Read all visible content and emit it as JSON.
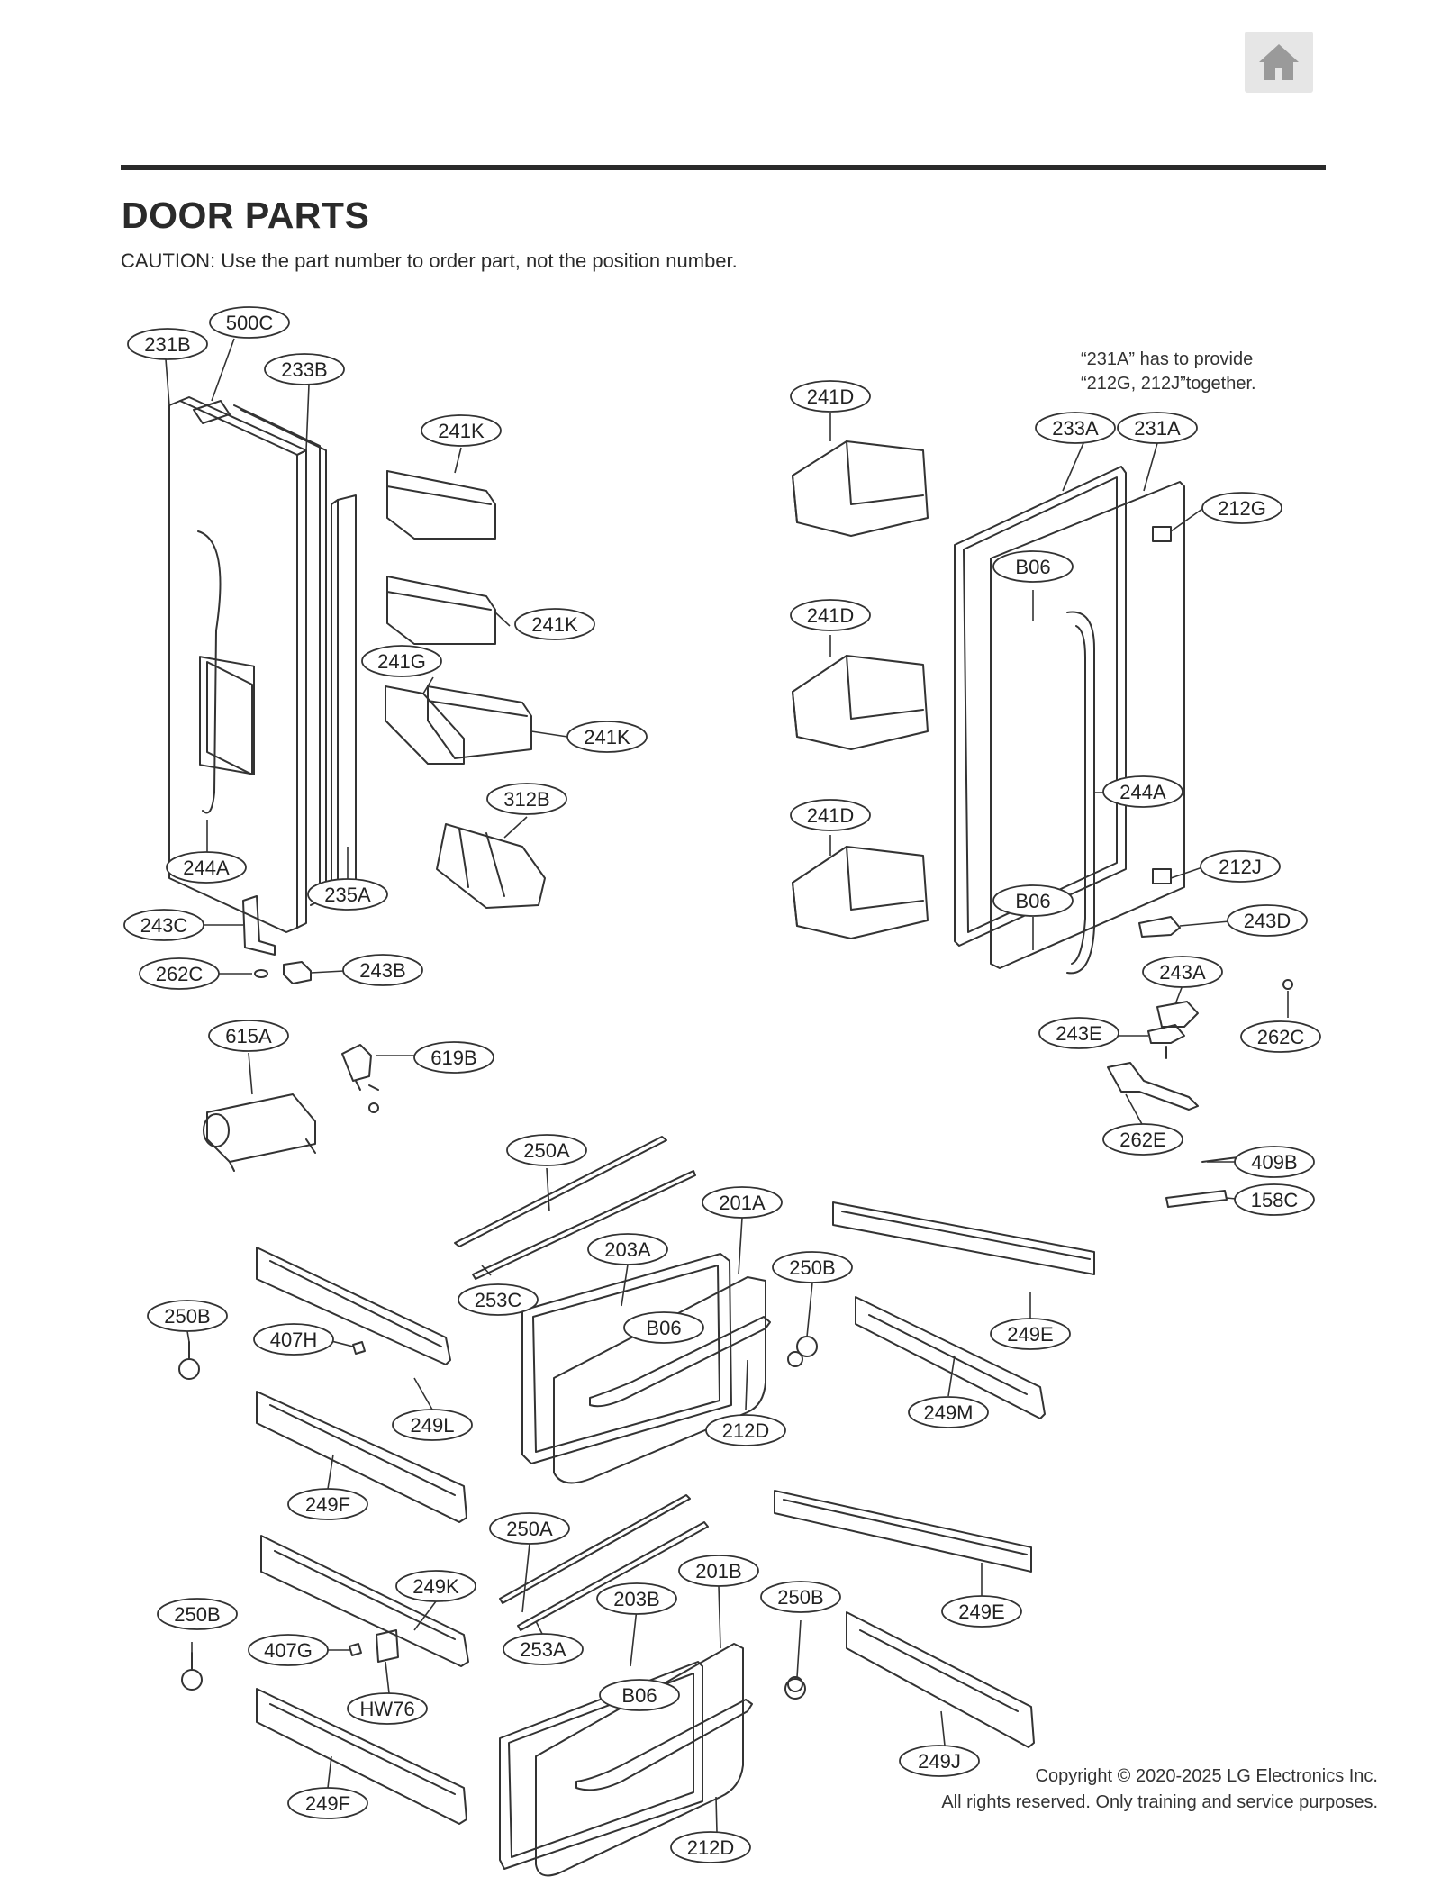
{
  "page": {
    "title": "DOOR PARTS",
    "caution": "CAUTION: Use the part number to order part, not the position number.",
    "note": "“231A” has to provide\n“212G, 212J”together.",
    "copyright_line1": "Copyright © 2020-2025 LG Electronics Inc.",
    "copyright_line2": "All rights reserved. Only training and service purposes."
  },
  "home_icon": "home-icon",
  "callouts": [
    {
      "id": "c1",
      "label": "231B"
    },
    {
      "id": "c2",
      "label": "500C"
    },
    {
      "id": "c3",
      "label": "233B"
    },
    {
      "id": "c4",
      "label": "241K"
    },
    {
      "id": "c5",
      "label": "241K"
    },
    {
      "id": "c6",
      "label": "241G"
    },
    {
      "id": "c7",
      "label": "241K"
    },
    {
      "id": "c8",
      "label": "312B"
    },
    {
      "id": "c9",
      "label": "244A"
    },
    {
      "id": "c10",
      "label": "235A"
    },
    {
      "id": "c11",
      "label": "243C"
    },
    {
      "id": "c12",
      "label": "262C"
    },
    {
      "id": "c13",
      "label": "243B"
    },
    {
      "id": "c14",
      "label": "615A"
    },
    {
      "id": "c15",
      "label": "619B"
    },
    {
      "id": "c16",
      "label": "241D"
    },
    {
      "id": "c17",
      "label": "233A"
    },
    {
      "id": "c18",
      "label": "231A"
    },
    {
      "id": "c19",
      "label": "212G"
    },
    {
      "id": "c20",
      "label": "B06"
    },
    {
      "id": "c21",
      "label": "241D"
    },
    {
      "id": "c22",
      "label": "244A"
    },
    {
      "id": "c23",
      "label": "241D"
    },
    {
      "id": "c24",
      "label": "212J"
    },
    {
      "id": "c25",
      "label": "B06"
    },
    {
      "id": "c26",
      "label": "243D"
    },
    {
      "id": "c27",
      "label": "243A"
    },
    {
      "id": "c28",
      "label": "243E"
    },
    {
      "id": "c29",
      "label": "262C"
    },
    {
      "id": "c30",
      "label": "262E"
    },
    {
      "id": "c31",
      "label": "409B"
    },
    {
      "id": "c32",
      "label": "158C"
    },
    {
      "id": "c33",
      "label": "250A"
    },
    {
      "id": "c34",
      "label": "201A"
    },
    {
      "id": "c35",
      "label": "203A"
    },
    {
      "id": "c36",
      "label": "250B"
    },
    {
      "id": "c37",
      "label": "253C"
    },
    {
      "id": "c38",
      "label": "249E"
    },
    {
      "id": "c39",
      "label": "250B"
    },
    {
      "id": "c40",
      "label": "407H"
    },
    {
      "id": "c41",
      "label": "B06"
    },
    {
      "id": "c42",
      "label": "249L"
    },
    {
      "id": "c43",
      "label": "212D"
    },
    {
      "id": "c44",
      "label": "249M"
    },
    {
      "id": "c45",
      "label": "249F"
    },
    {
      "id": "c46",
      "label": "250A"
    },
    {
      "id": "c47",
      "label": "201B"
    },
    {
      "id": "c48",
      "label": "249K"
    },
    {
      "id": "c49",
      "label": "203B"
    },
    {
      "id": "c50",
      "label": "250B"
    },
    {
      "id": "c51",
      "label": "249E"
    },
    {
      "id": "c52",
      "label": "250B"
    },
    {
      "id": "c53",
      "label": "407G"
    },
    {
      "id": "c54",
      "label": "253A"
    },
    {
      "id": "c55",
      "label": "HW76"
    },
    {
      "id": "c56",
      "label": "B06"
    },
    {
      "id": "c57",
      "label": "249J"
    },
    {
      "id": "c58",
      "label": "249F"
    },
    {
      "id": "c59",
      "label": "212D"
    }
  ]
}
